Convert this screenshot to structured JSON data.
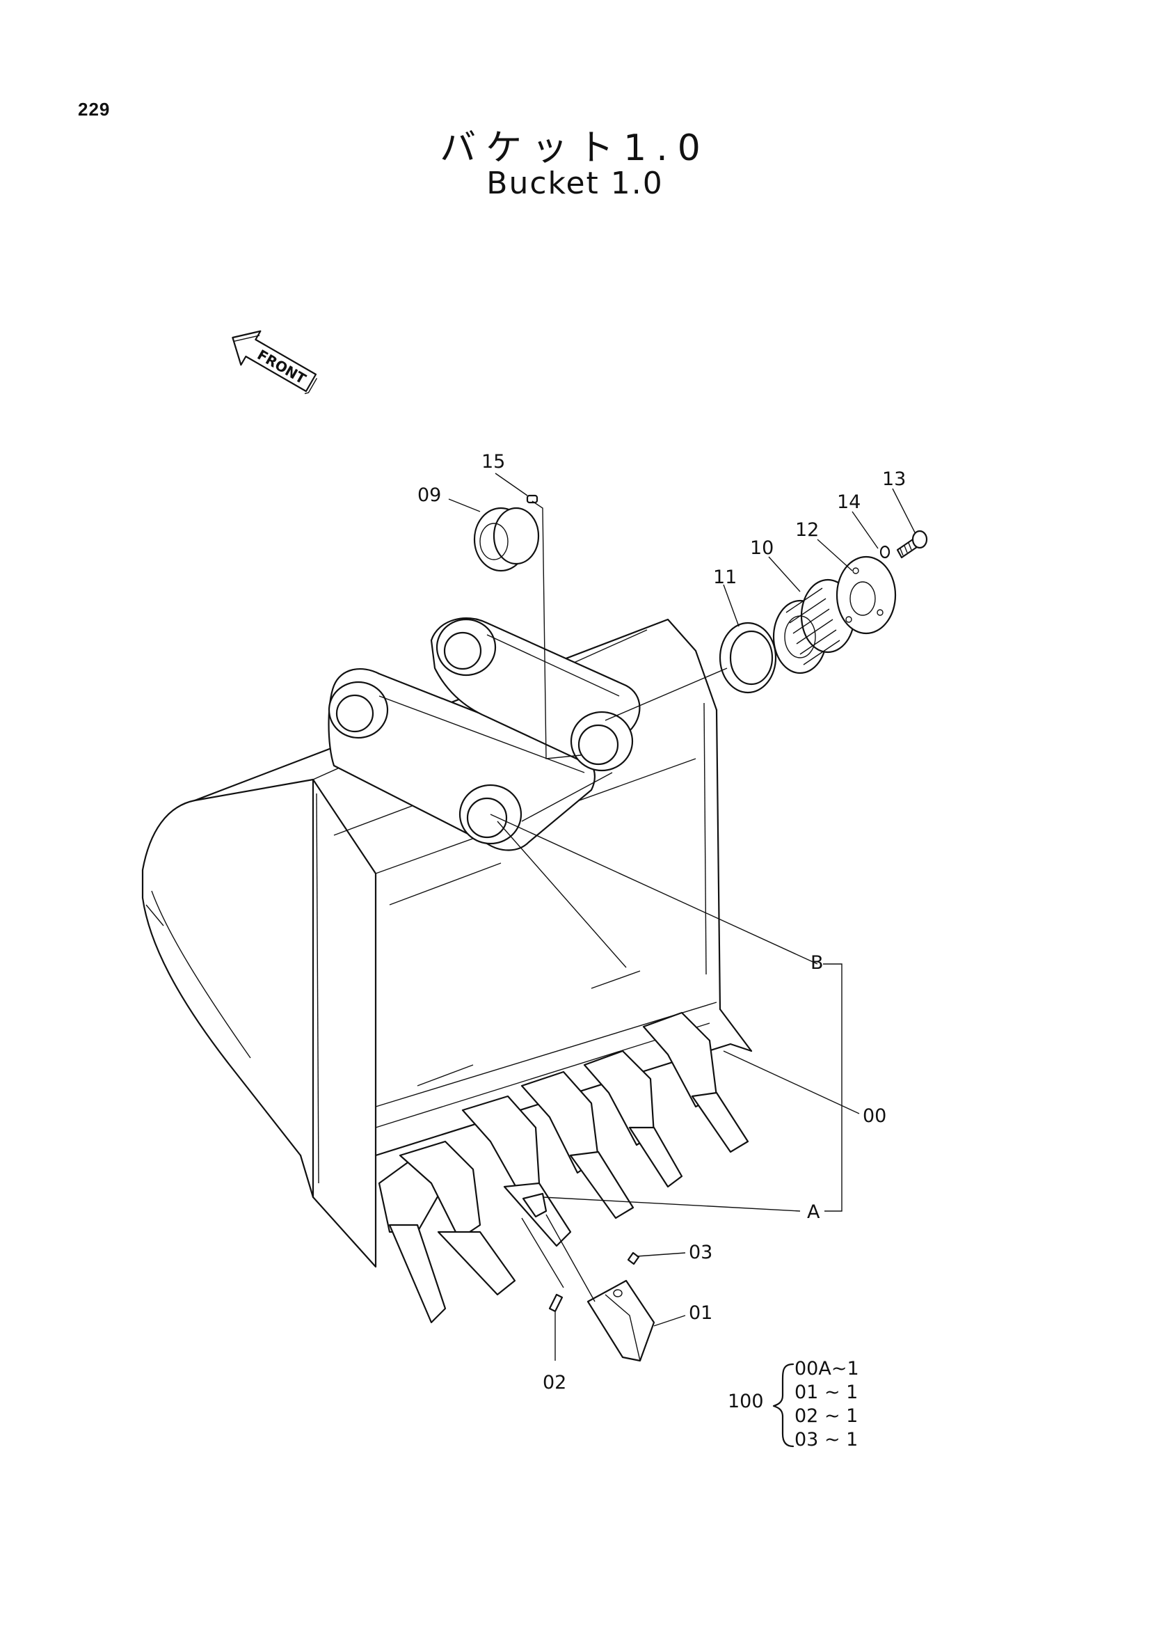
{
  "page": {
    "number": "229",
    "title_jp": "バケット1.0",
    "title_en": "Bucket 1.0"
  },
  "front_arrow": {
    "label": "FRONT"
  },
  "callouts": {
    "c15": "15",
    "c09": "09",
    "c13": "13",
    "c14": "14",
    "c12": "12",
    "c10": "10",
    "c11": "11",
    "cB": "B",
    "c00": "00",
    "cA": "A",
    "c03": "03",
    "c01": "01",
    "c02": "02"
  },
  "kit": {
    "label": "100",
    "items": [
      "00A~1",
      "01 ~ 1",
      "02 ~ 1",
      "03 ~ 1"
    ]
  }
}
